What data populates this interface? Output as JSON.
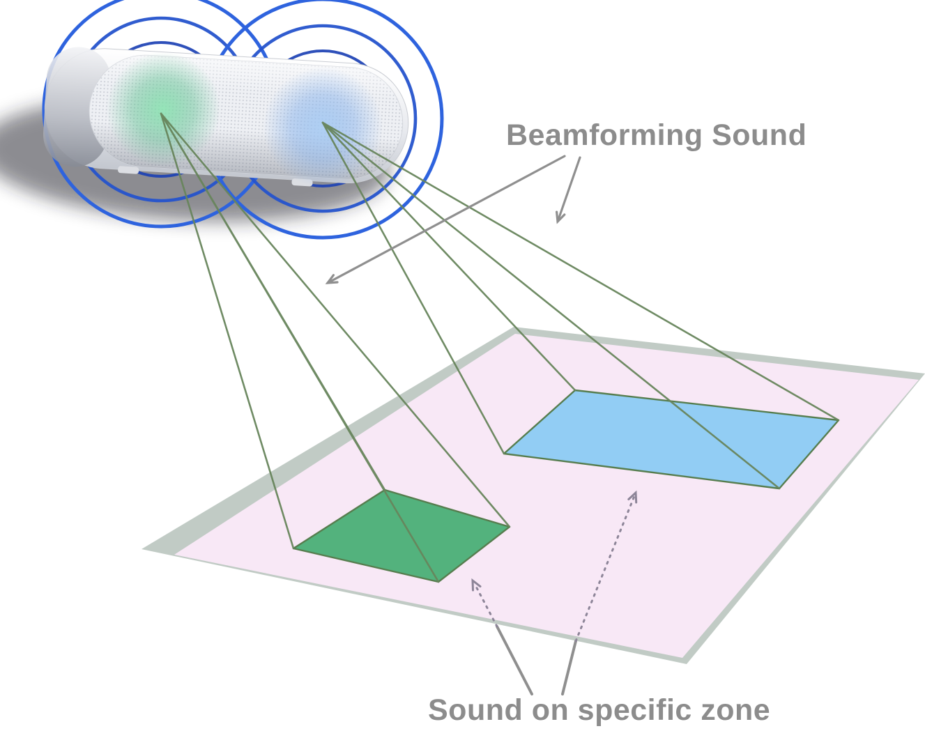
{
  "labels": {
    "beamforming": "Beamforming Sound",
    "specific_zone": "Sound on specific zone"
  },
  "icons": {
    "speaker": "pill-soundbar-speaker",
    "sound_waves_left": "concentric-sound-wave-rings-left",
    "sound_waves_right": "concentric-sound-wave-rings-right",
    "beam_lines": "beam-projection-lines",
    "floor": "perspective-floor-plane",
    "zone_green": "green-sound-zone",
    "zone_blue": "blue-sound-zone",
    "leader_arrows": "annotation-leader-arrows"
  },
  "colors": {
    "wave_inner": "#1c41b4",
    "wave_mid": "#2553cc",
    "wave_outer": "#2e63de",
    "beam_line": "#68855c",
    "zone_green_fill": "#53b27d",
    "zone_blue_fill": "#92cdf4",
    "zone_stroke": "#567d4e",
    "floor_fill": "#f8e8f6",
    "floor_edge": "#b6c2bb",
    "glow_green": "#7ed3a2",
    "glow_blue": "#96bdea",
    "label_text": "#8c8c8c",
    "leader_solid": "#8f8f8f",
    "leader_dotted": "#8d8598",
    "speaker_body": "#e7e9ee"
  }
}
